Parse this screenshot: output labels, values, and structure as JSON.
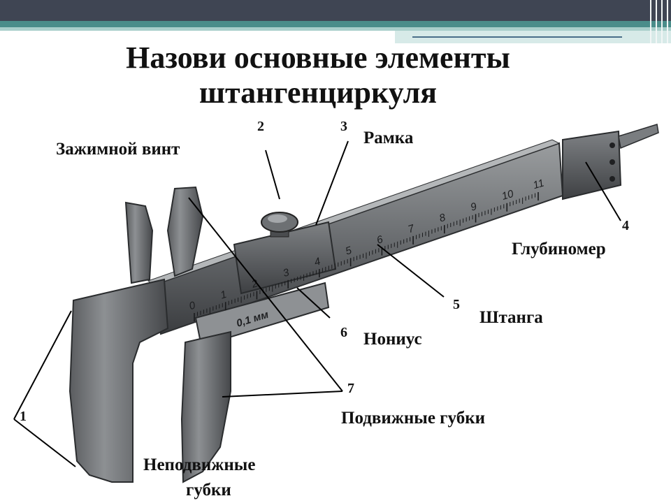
{
  "title": {
    "line1": "Назови основные элементы",
    "line2": "штангенциркуля"
  },
  "parts": [
    {
      "number": "1",
      "name": "Неподвижные губки"
    },
    {
      "number": "2",
      "name": "Зажимной винт"
    },
    {
      "number": "3",
      "name": "Рамка"
    },
    {
      "number": "4",
      "name": "Глубиномер"
    },
    {
      "number": "5",
      "name": "Штанга"
    },
    {
      "number": "6",
      "name": "Нониус"
    },
    {
      "number": "7",
      "name": "Подвижные губки"
    }
  ],
  "fixed_jaws_label": {
    "line1": "Неподвижные",
    "line2": "губки"
  },
  "scale": {
    "main_ticks": [
      "0",
      "1",
      "2",
      "3",
      "4",
      "5",
      "6",
      "7",
      "8",
      "9",
      "10",
      "11"
    ],
    "vernier_text": "0,1 мм"
  },
  "colors": {
    "header_dark": "#3f4553",
    "header_teal": "#4a8d8a",
    "metal": "#6f7275"
  }
}
